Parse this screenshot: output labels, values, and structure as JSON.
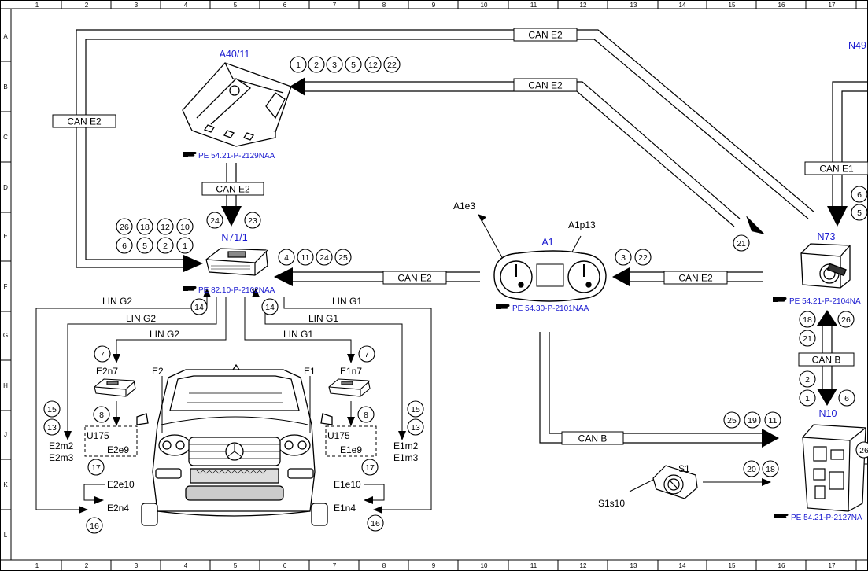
{
  "grid": {
    "columns": [
      "1",
      "2",
      "3",
      "4",
      "5",
      "6",
      "7",
      "8",
      "9",
      "10",
      "11",
      "12",
      "13",
      "14",
      "15",
      "16",
      "17"
    ],
    "rows": [
      "A",
      "B",
      "C",
      "D",
      "E",
      "F",
      "G",
      "H",
      "J",
      "K",
      "L"
    ]
  },
  "components": {
    "a40": "A40/11",
    "n71": "N71/1",
    "a1": "A1",
    "n73": "N73",
    "n10": "N10",
    "n49": "N49",
    "a1e3": "A1e3",
    "a1p13": "A1p13",
    "e1": "E1",
    "e2": "E2",
    "e1n7": "E1n7",
    "e2n7": "E2n7",
    "u175_left": "U175",
    "e2e9": "E2e9",
    "u175_right": "U175",
    "e1e9": "E1e9",
    "e2m2": "E2m2",
    "e2m3": "E2m3",
    "e1m2": "E1m2",
    "e1m3": "E1m3",
    "e2e10": "E2e10",
    "e2n4": "E2n4",
    "e1e10": "E1e10",
    "e1n4": "E1n4",
    "s1": "S1",
    "s1s10": "S1s10"
  },
  "refs": {
    "a40": "PE 54.21-P-2129NAA",
    "n71": "PE 82.10-P-2102NAA",
    "a1": "PE 54.30-P-2101NAA",
    "n73": "PE 54.21-P-2104NA",
    "n10": "PE 54.21-P-2127NA"
  },
  "bus": {
    "can_e2_top": "CAN E2",
    "can_e2_b": "CAN E2",
    "can_e2_left": "CAN E2",
    "can_e2_mid": "CAN E2",
    "can_e2_f": "CAN E2",
    "can_e2_right": "CAN E2",
    "can_e1": "CAN E1",
    "can_b_right": "CAN B",
    "can_b_bottom": "CAN B",
    "lin_g2_outer": "LIN G2",
    "lin_g2_mid": "LIN G2",
    "lin_g2_inner": "LIN G2",
    "lin_g1_outer": "LIN G1",
    "lin_g1_mid": "LIN G1",
    "lin_g1_inner": "LIN G1"
  },
  "signals": [
    {
      "id": "s-a40-1",
      "t": "1"
    },
    {
      "id": "s-a40-2",
      "t": "2"
    },
    {
      "id": "s-a40-3",
      "t": "3"
    },
    {
      "id": "s-a40-5",
      "t": "5"
    },
    {
      "id": "s-a40-12",
      "t": "12"
    },
    {
      "id": "s-a40-22",
      "t": "22"
    },
    {
      "id": "s-n71-24",
      "t": "24"
    },
    {
      "id": "s-n71-23",
      "t": "23"
    },
    {
      "id": "s-left-26",
      "t": "26"
    },
    {
      "id": "s-left-18",
      "t": "18"
    },
    {
      "id": "s-left-12",
      "t": "12"
    },
    {
      "id": "s-left-10",
      "t": "10"
    },
    {
      "id": "s-left-6",
      "t": "6"
    },
    {
      "id": "s-left-5",
      "t": "5"
    },
    {
      "id": "s-left-2",
      "t": "2"
    },
    {
      "id": "s-left-1",
      "t": "1"
    },
    {
      "id": "s-mid-4",
      "t": "4"
    },
    {
      "id": "s-mid-11",
      "t": "11"
    },
    {
      "id": "s-mid-24",
      "t": "24"
    },
    {
      "id": "s-mid-25",
      "t": "25"
    },
    {
      "id": "s-a1-3",
      "t": "3"
    },
    {
      "id": "s-a1-22",
      "t": "22"
    },
    {
      "id": "s-21",
      "t": "21"
    },
    {
      "id": "s-n73-6",
      "t": "6"
    },
    {
      "id": "s-n73-5",
      "t": "5"
    },
    {
      "id": "s-lin-14a",
      "t": "14"
    },
    {
      "id": "s-lin-14b",
      "t": "14"
    },
    {
      "id": "s-e2n7-7",
      "t": "7"
    },
    {
      "id": "s-e1n7-7",
      "t": "7"
    },
    {
      "id": "s-e2-8",
      "t": "8"
    },
    {
      "id": "s-e1-8",
      "t": "8"
    },
    {
      "id": "s-e2-15",
      "t": "15"
    },
    {
      "id": "s-e2-13",
      "t": "13"
    },
    {
      "id": "s-e1-15",
      "t": "15"
    },
    {
      "id": "s-e1-13",
      "t": "13"
    },
    {
      "id": "s-e2-17",
      "t": "17"
    },
    {
      "id": "s-e1-17",
      "t": "17"
    },
    {
      "id": "s-e2-16",
      "t": "16"
    },
    {
      "id": "s-e1-16",
      "t": "16"
    },
    {
      "id": "s-canb-18",
      "t": "18"
    },
    {
      "id": "s-canb-26",
      "t": "26"
    },
    {
      "id": "s-canb-21",
      "t": "21"
    },
    {
      "id": "s-canb-2",
      "t": "2"
    },
    {
      "id": "s-canb-1",
      "t": "1"
    },
    {
      "id": "s-canb-6",
      "t": "6"
    },
    {
      "id": "s-n10-25",
      "t": "25"
    },
    {
      "id": "s-n10-19",
      "t": "19"
    },
    {
      "id": "s-n10-11",
      "t": "11"
    },
    {
      "id": "s-s1-20",
      "t": "20"
    },
    {
      "id": "s-s1-18",
      "t": "18"
    },
    {
      "id": "s-n10-26",
      "t": "26"
    }
  ]
}
